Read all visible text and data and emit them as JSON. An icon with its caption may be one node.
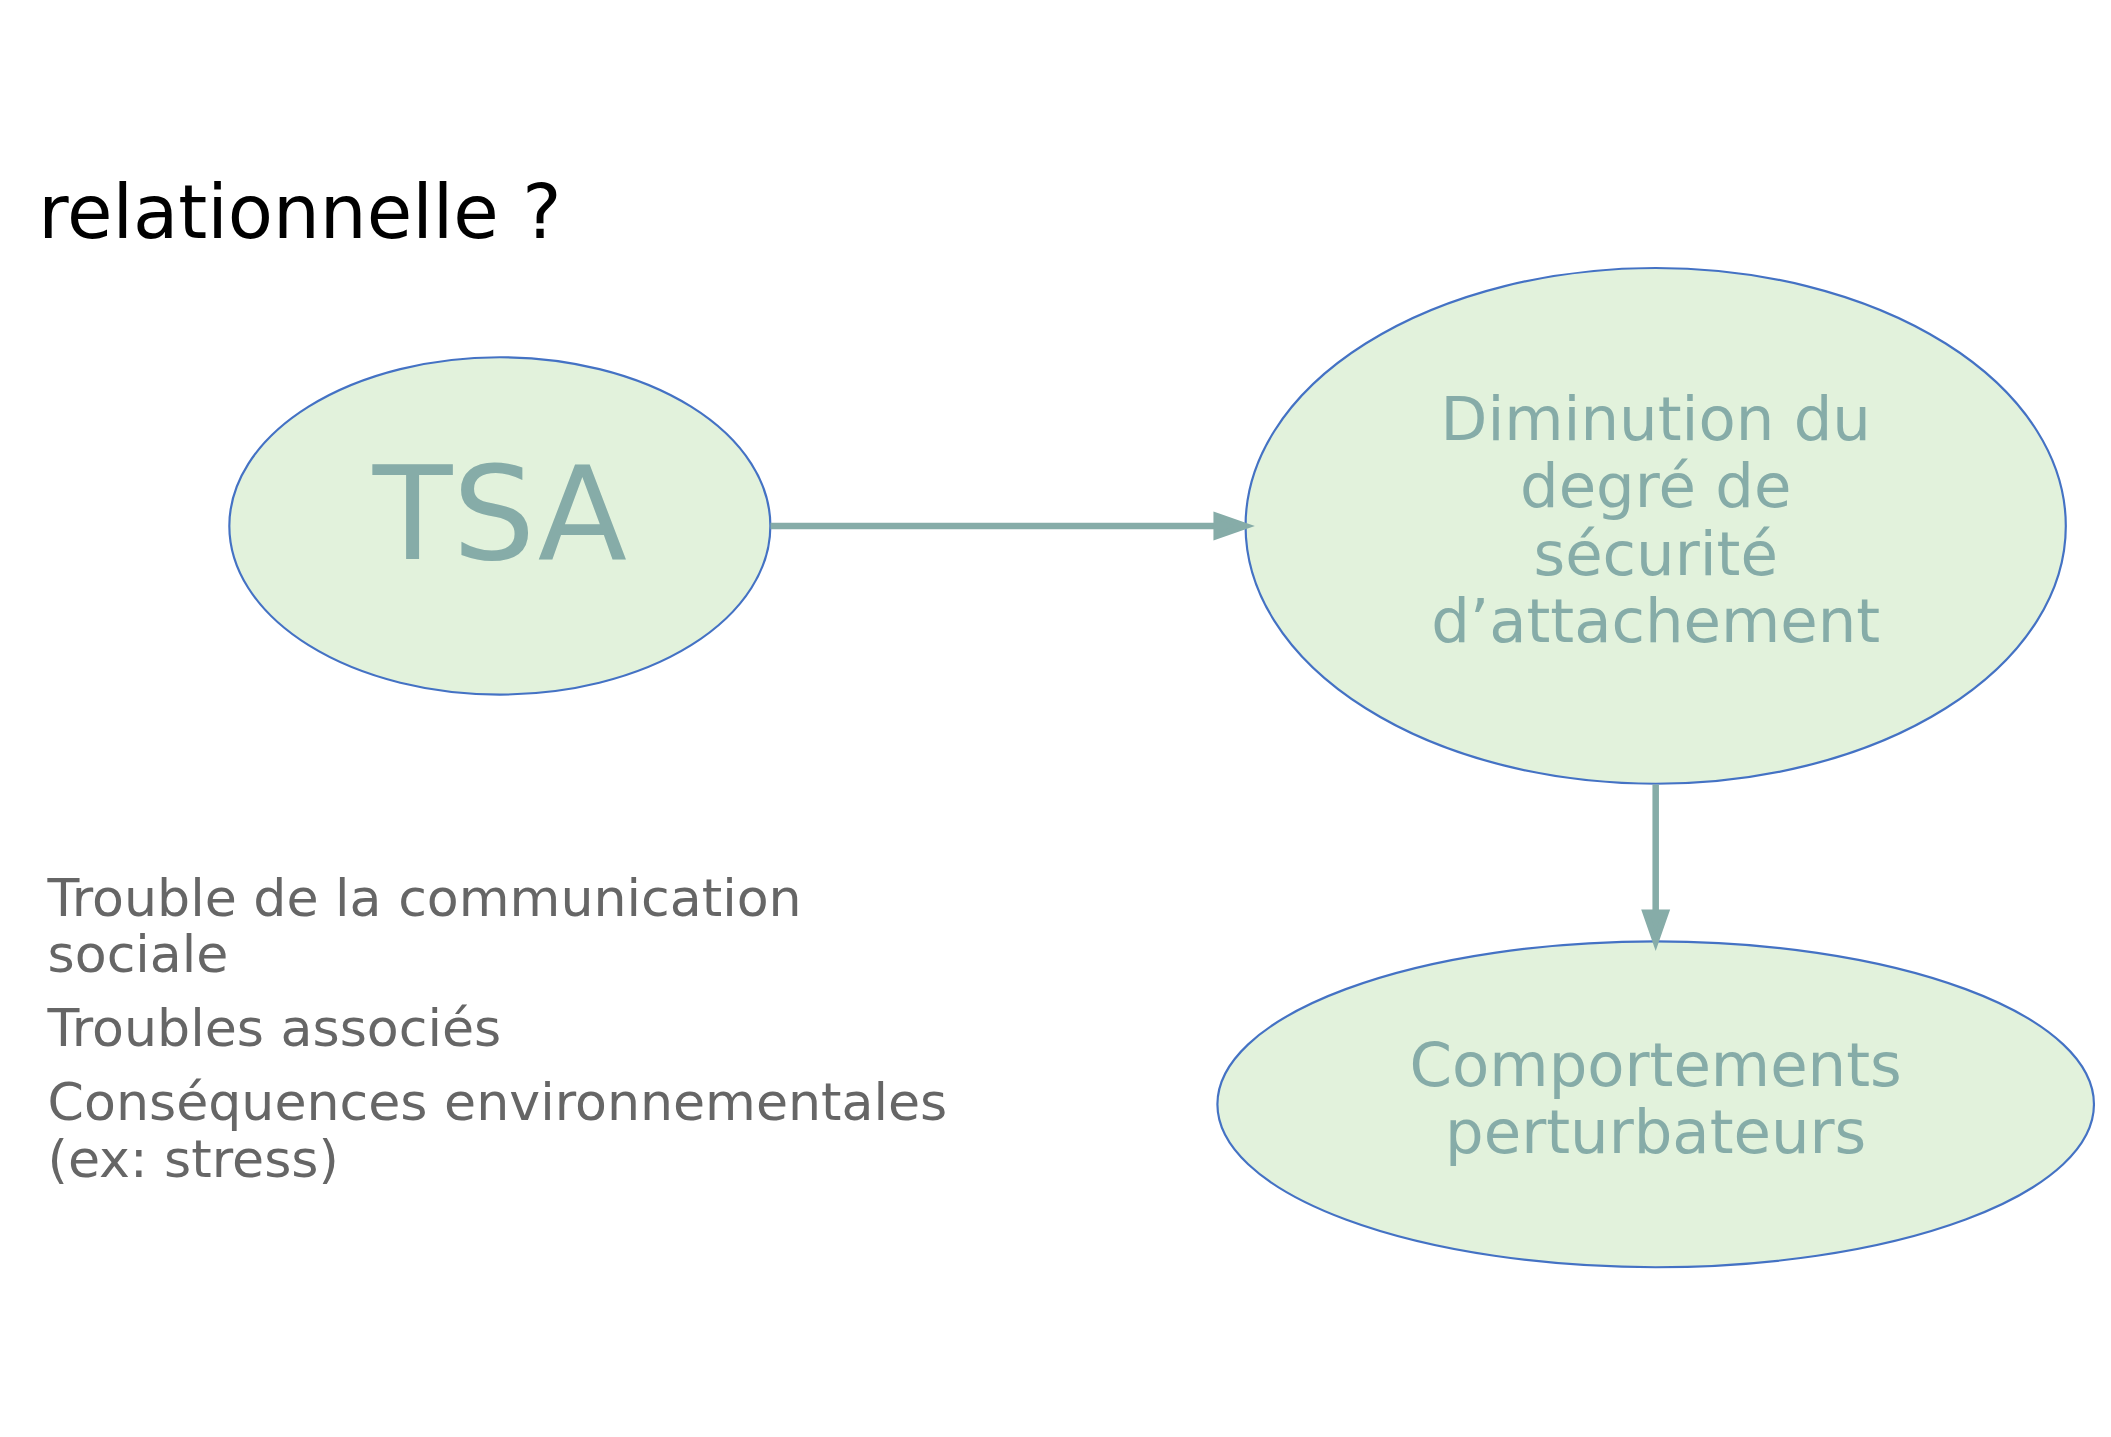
{
  "diagram": {
    "title": "relationnelle ?",
    "nodes": [
      {
        "text": [
          "TSA"
        ]
      },
      {
        "text": [
          "Diminution du degré de sécurité d’attachement"
        ]
      },
      {
        "text": [
          "Comportements perturbateurs"
        ]
      }
    ],
    "edges": [
      {
        "from": 0,
        "to": 1,
        "arrow": "to"
      },
      {
        "from": 1,
        "to": 2,
        "arrow": "to"
      }
    ],
    "labels": [
      "Trouble de la communication sociale",
      "Troubles associés",
      "Conséquences environnementales (ex: stress)"
    ]
  }
}
